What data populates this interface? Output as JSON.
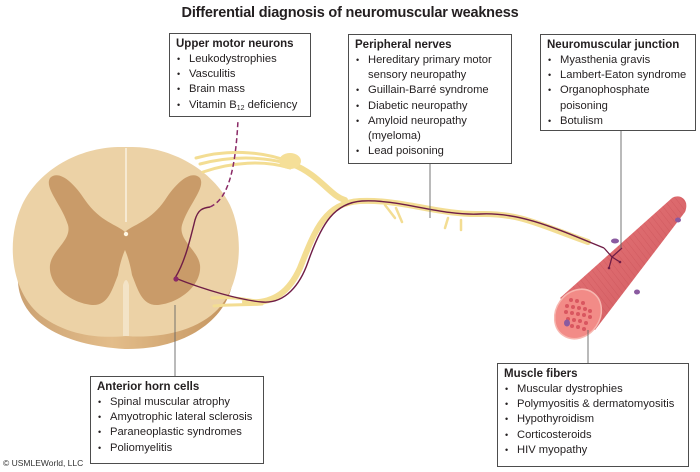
{
  "title": "Differential diagnosis of neuromuscular weakness",
  "copyright": "© USMLEWorld, LLC",
  "colors": {
    "spinal_white_matter": "#ecd2a6",
    "spinal_gray_matter": "#c99b69",
    "spinal_side": "#d9b17e",
    "nerve": "#f7e4a0",
    "axon": "#6f1d46",
    "upper_motor_neuron": "#8a2a66",
    "muscle": "#e06a6a",
    "muscle_dark": "#c64f55",
    "muscle_end": "#f28b87",
    "nmj_plate": "#8a5aa0",
    "box_border": "#4d4d4d",
    "text": "#231f20"
  },
  "illustrations": {
    "spinal_cord": "spinal cord cross-section",
    "nerve": "peripheral nerve with dorsal root ganglion",
    "muscle": "muscle fiber bundle"
  },
  "boxes": {
    "upper_motor_neurons": {
      "heading": "Upper motor neurons",
      "items": [
        "Leukodystrophies",
        "Vasculitis",
        "Brain mass"
      ],
      "vitamin": {
        "prefix": "Vitamin B",
        "sub": "12",
        "suffix": " deficiency"
      }
    },
    "peripheral_nerves": {
      "heading": "Peripheral nerves",
      "items": [
        "Hereditary primary motor sensory neuropathy",
        "Guillain-Barré syndrome",
        "Diabetic neuropathy",
        "Amyloid neuropathy (myeloma)",
        "Lead poisoning"
      ]
    },
    "neuromuscular_junction": {
      "heading": "Neuromuscular junction",
      "items": [
        "Myasthenia gravis",
        "Lambert-Eaton syndrome",
        "Organophosphate poisoning",
        "Botulism"
      ]
    },
    "anterior_horn_cells": {
      "heading": "Anterior horn cells",
      "items": [
        "Spinal muscular atrophy",
        "Amyotrophic lateral sclerosis",
        "Paraneoplastic syndromes",
        "Poliomyelitis"
      ]
    },
    "muscle_fibers": {
      "heading": "Muscle fibers",
      "items": [
        "Muscular dystrophies",
        "Polymyositis & dermatomyositis",
        "Hypothyroidism",
        "Corticosteroids",
        "HIV myopathy"
      ]
    }
  }
}
